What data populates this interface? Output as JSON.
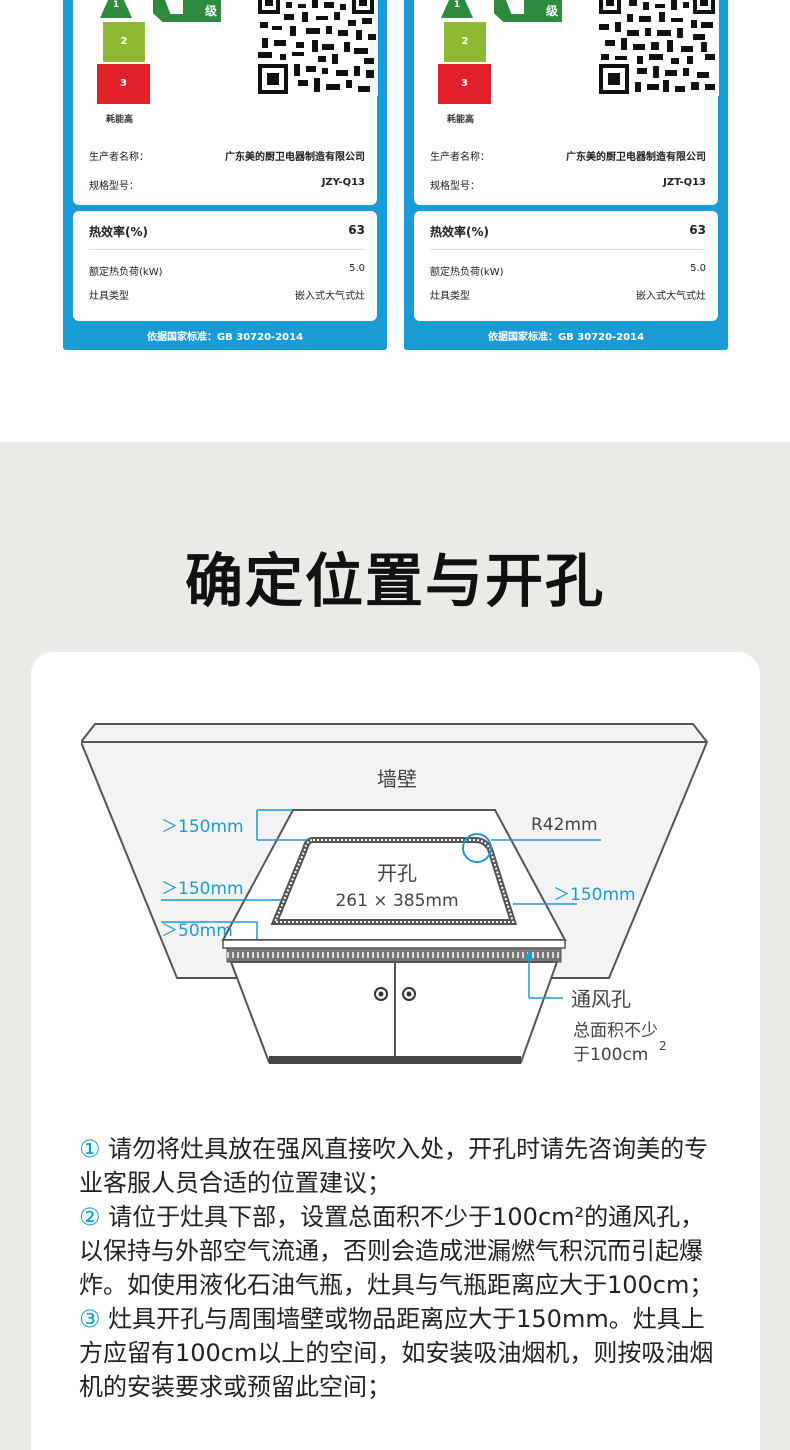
{
  "energy_labels": [
    {
      "grade_banner": "级",
      "grade_steps": [
        "1",
        "2",
        "3"
      ],
      "consumption_label": "耗能高",
      "maker_label": "生产者名称：",
      "maker_value": "广东美的厨卫电器制造有限公司",
      "model_label": "规格型号：",
      "model_value": "JZY-Q13",
      "efficiency_label": "热效率(%)",
      "efficiency_value": "63",
      "load_label": "额定热负荷(kW)",
      "load_value": "5.0",
      "type_label": "灶具类型",
      "type_value": "嵌入式大气式灶",
      "standard": "依据国家标准：GB 30720-2014"
    },
    {
      "grade_banner": "级",
      "grade_steps": [
        "1",
        "2",
        "3"
      ],
      "consumption_label": "耗能高",
      "maker_label": "生产者名称：",
      "maker_value": "广东美的厨卫电器制造有限公司",
      "model_label": "规格型号：",
      "model_value": "JZT-Q13",
      "efficiency_label": "热效率(%)",
      "efficiency_value": "63",
      "load_label": "额定热负荷(kW)",
      "load_value": "5.0",
      "type_label": "灶具类型",
      "type_value": "嵌入式大气式灶",
      "standard": "依据国家标准：GB 30720-2014"
    }
  ],
  "section_title": "确定位置与开孔",
  "diagram": {
    "wall": "墙壁",
    "gap_top": "＞150mm",
    "gap_left": "＞150mm",
    "gap_front": "＞50mm",
    "gap_right": "＞150mm",
    "radius": "R42mm",
    "hole": "开孔",
    "hole_size": "261 × 385mm",
    "vent": "通风孔",
    "vent_note_1": "总面积不少",
    "vent_note_2": "于100cm",
    "vent_note_sup": "2"
  },
  "notes": [
    {
      "num": "①",
      "text": " 请勿将灶具放在强风直接吹入处，开孔时请先咨询美的专业客服人员合适的位置建议；"
    },
    {
      "num": "②",
      "text": " 请位于灶具下部，设置总面积不少于100cm²的通风孔，以保持与外部空气流通，否则会造成泄漏燃气积沉而引起爆炸。如使用液化石油气瓶，灶具与气瓶距离应大于100cm；"
    },
    {
      "num": "③",
      "text": " 灶具开孔与周围墙壁或物品距离应大于150mm。灶具上方应留有100cm以上的空间，如安装吸油烟机，则按吸油烟机的安装要求或预留此空间；"
    }
  ],
  "colors": {
    "label_blue": "#1b9bd5",
    "grade_green": "#2e8a3e",
    "grade_lime": "#8dba32",
    "grade_red": "#e2202a",
    "accent": "#1b9bd5",
    "section_bg": "#ebeae6"
  }
}
